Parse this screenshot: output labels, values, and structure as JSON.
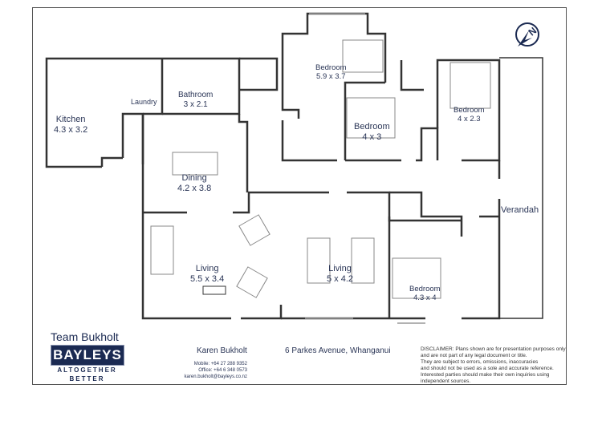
{
  "plan": {
    "rooms": [
      {
        "name": "Kitchen",
        "dims": "4.3 x 3.2"
      },
      {
        "name": "Laundry",
        "dims": ""
      },
      {
        "name": "Bathroom",
        "dims": "3 x 2.1"
      },
      {
        "name": "Bedroom",
        "dims": "5.9 x 3.7"
      },
      {
        "name": "Bedroom",
        "dims": "4 x 3"
      },
      {
        "name": "Bedroom",
        "dims": "4 x 2.3"
      },
      {
        "name": "Dining",
        "dims": "4.2 x 3.8"
      },
      {
        "name": "Living",
        "dims": "5.5 x 3.4"
      },
      {
        "name": "Living",
        "dims": "5 x 4.2"
      },
      {
        "name": "Bedroom",
        "dims": "4.3 x 4"
      },
      {
        "name": "Verandah",
        "dims": ""
      }
    ],
    "compass_label": "N"
  },
  "footer": {
    "team": "Team Bukholt",
    "brand": "BAYLEYS",
    "tagline_1": "ALTOGETHER",
    "tagline_2": "BETTER",
    "agent_name": "Karen Bukholt",
    "mobile": "Mobile: +64 27 288 9352",
    "office": "Office: +64 6 348 0573",
    "email": "karen.bukholt@bayleys.co.nz",
    "address": "6 Parkes Avenue, Whanganui",
    "disclaimer_lines": [
      "DISCLAIMER:  Plans shown are for presentation purposes only",
      "and are not part of any legal document or title.",
      "They are subject to errors, omissions, inaccuracies",
      "and should not be used as a sole and accurate reference.",
      "Interested parties should make their own inquiries using",
      "independent sources."
    ]
  },
  "colors": {
    "wall": "#333333",
    "brand_navy": "#1b2a52",
    "label_text": "#2a3556"
  }
}
